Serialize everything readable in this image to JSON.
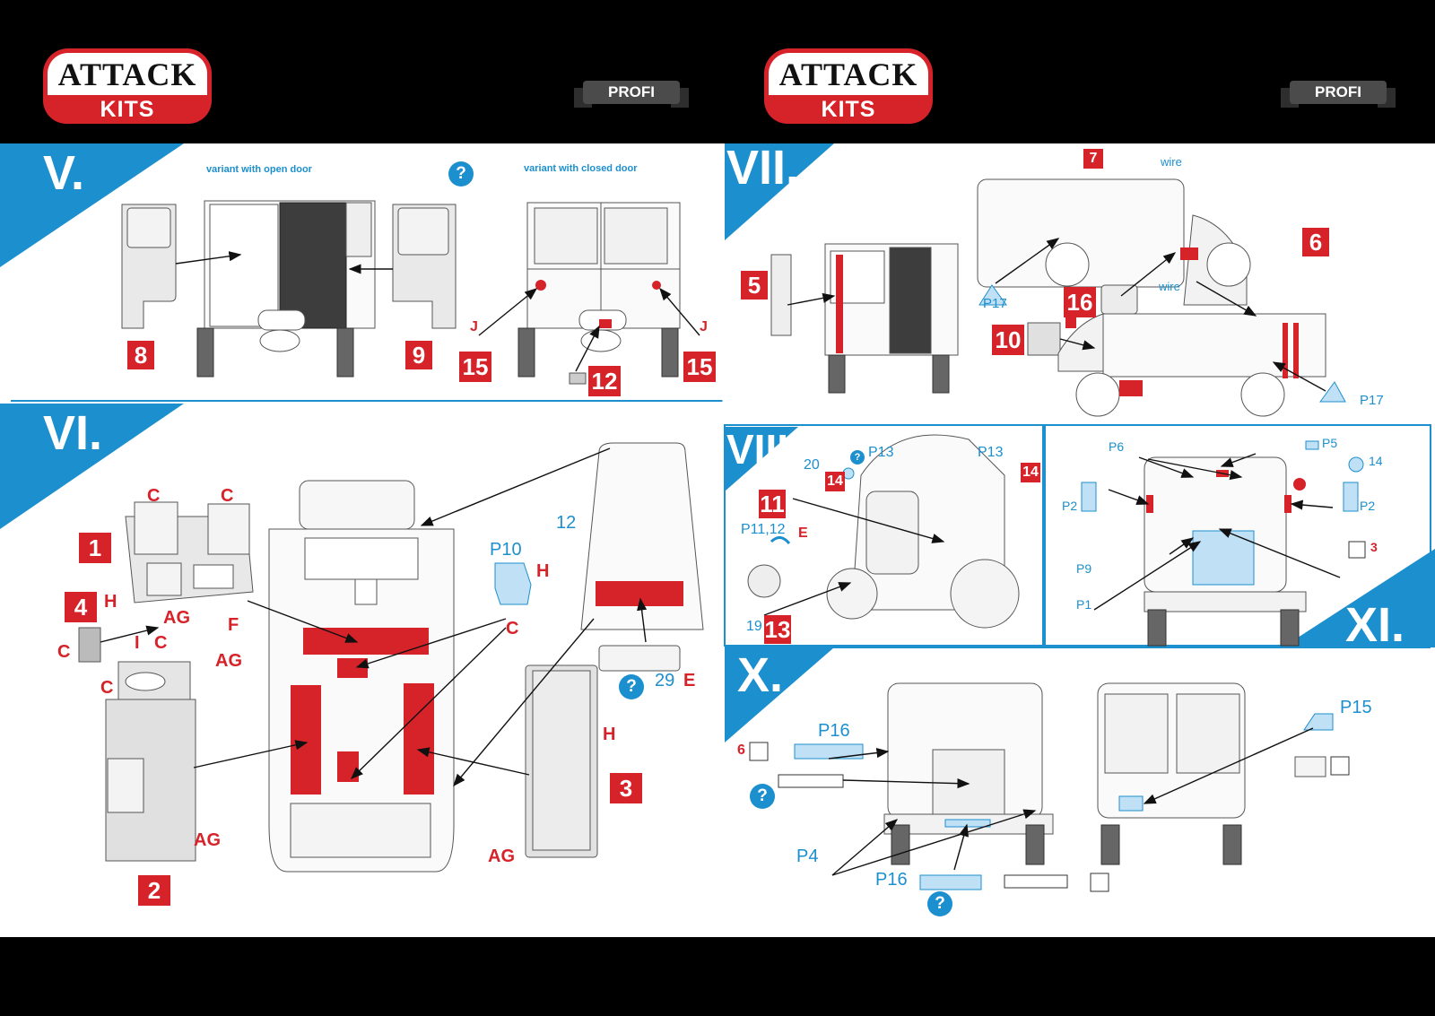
{
  "brand": {
    "line1": "ATTACK",
    "line2": "KITS",
    "badge": "PROFI"
  },
  "help_symbol": "?",
  "colors": {
    "accent_blue": "#1c8fce",
    "accent_red": "#d62229",
    "band": "#000000",
    "part_blue": "#bfe0f5",
    "part_grey": "#e6e6e6"
  },
  "sections": {
    "V": {
      "title": "V.",
      "variant_open": "variant with open door",
      "variant_closed": "variant with closed door",
      "parts": [
        "8",
        "9",
        "15",
        "12",
        "15"
      ],
      "letters": [
        "J",
        "J"
      ]
    },
    "VI": {
      "title": "VI.",
      "parts": [
        "1",
        "4",
        "2",
        "3"
      ],
      "blue_labels": [
        "12",
        "P10",
        "29"
      ],
      "red_letters": [
        "C",
        "C",
        "H",
        "AG",
        "F",
        "C",
        "I",
        "C",
        "C",
        "AG",
        "AG",
        "H",
        "C",
        "E",
        "H",
        "AG"
      ]
    },
    "VII": {
      "title": "VII.",
      "parts": [
        "7",
        "5",
        "6",
        "16",
        "10"
      ],
      "blue_labels": [
        "wire",
        "wire",
        "P17",
        "P17"
      ]
    },
    "VIII": {
      "title": "VIII.",
      "parts": [
        "14",
        "11",
        "14",
        "13"
      ],
      "blue_labels": [
        "20",
        "P13",
        "P13",
        "P11,12",
        "19"
      ],
      "red_letters": [
        "E"
      ]
    },
    "XI": {
      "title": "XI.",
      "blue_labels": [
        "P6",
        "P5",
        "14",
        "P2",
        "P2",
        "P9",
        "P1"
      ],
      "red_numbers": [
        "3"
      ]
    },
    "X": {
      "title": "X.",
      "blue_labels": [
        "P16",
        "P4",
        "P16",
        "P15"
      ],
      "red_numbers": [
        "6"
      ]
    }
  }
}
